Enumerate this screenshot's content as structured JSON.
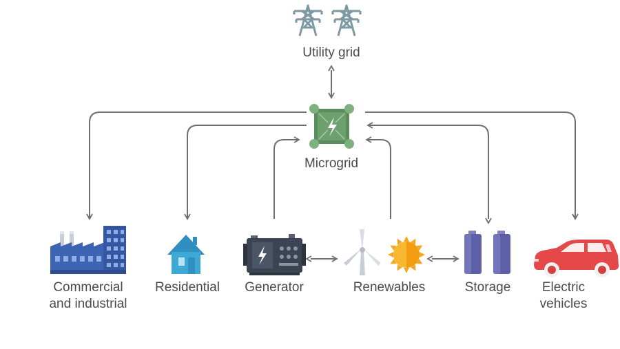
{
  "nodes": {
    "utility_grid": {
      "label": "Utility grid"
    },
    "microgrid": {
      "label": "Microgrid"
    },
    "commercial": {
      "label_line1": "Commercial",
      "label_line2": "and industrial"
    },
    "residential": {
      "label": "Residential"
    },
    "generator": {
      "label": "Generator"
    },
    "renewables": {
      "label": "Renewables"
    },
    "storage": {
      "label": "Storage"
    },
    "electric_vehicles": {
      "label_line1": "Electric",
      "label_line2": "vehicles"
    }
  },
  "colors": {
    "arrow": "#6f6f6f",
    "tower": "#7d9aa3",
    "microgrid_green": "#5b8d5c",
    "microgrid_node": "#7fb07f",
    "factory_blue": "#3d63b3",
    "house_blue": "#3fa9d6",
    "generator_dark": "#3c4452",
    "sun_orange": "#f5a623",
    "battery_purple": "#5d5fa8",
    "car_red": "#e54848"
  }
}
